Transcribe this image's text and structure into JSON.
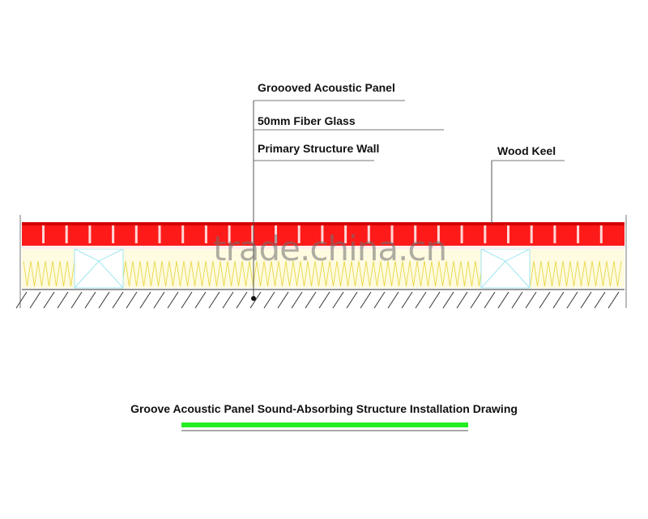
{
  "labels": {
    "panel": "Groooved Acoustic Panel",
    "fiber": "50mm Fiber Glass",
    "wall": "Primary Structure Wall",
    "keel": "Wood Keel"
  },
  "title": "Groove Acoustic Panel Sound-Absorbing Structure Installation Drawing",
  "watermark": "trade.china.cn",
  "colors": {
    "panel": "#ff1a1a",
    "panel_dark": "#d40000",
    "fiber_fill": "#fffbe0",
    "fiber_zigzag": "#e8d84a",
    "keel": "#9fe6f0",
    "underline": "#22ee22",
    "line": "#333333"
  },
  "icons": {
    "leader_dot": "filled-circle"
  }
}
